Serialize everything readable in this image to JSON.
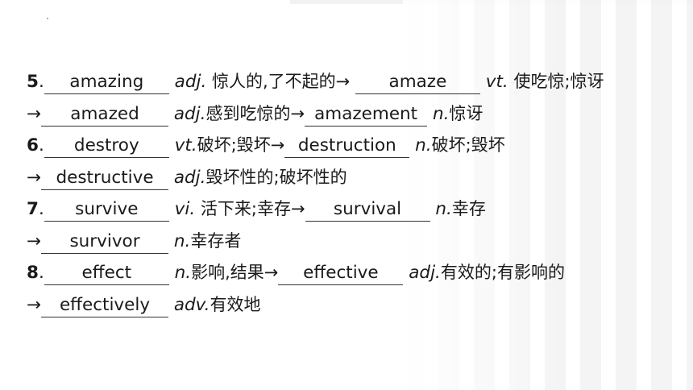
{
  "rows": [
    {
      "num": "5",
      "pre": "",
      "blank": "amazing",
      "pos": "adj.",
      "cn": " 惊人的,了不起的→ ",
      "blank2": "amaze",
      "pos2": "vt.",
      "cn2": " 使吃惊;惊讶"
    },
    {
      "num": "",
      "pre": "→",
      "blank": "amazed",
      "pos": "adj.",
      "cn": "感到吃惊的→",
      "blank2": "amazement",
      "pos2": "n.",
      "cn2": "惊讶"
    },
    {
      "num": "6",
      "pre": "",
      "blank": "destroy",
      "pos": "vt.",
      "cn": "破坏;毁坏→",
      "blank2": "destruction",
      "pos2": "n.",
      "cn2": "破坏;毁坏"
    },
    {
      "num": "",
      "pre": "→",
      "blank": "destructive",
      "pos": "adj.",
      "cn": "毁坏性的;破坏性的",
      "blank2": "",
      "pos2": "",
      "cn2": ""
    },
    {
      "num": "7",
      "pre": "",
      "blank": "survive",
      "pos": "vi.",
      "cn": " 活下来;幸存→",
      "blank2": "survival",
      "pos2": "n.",
      "cn2": "幸存"
    },
    {
      "num": "",
      "pre": "→",
      "blank": "survivor",
      "pos": "n.",
      "cn": "幸存者",
      "blank2": "",
      "pos2": "",
      "cn2": ""
    },
    {
      "num": "8",
      "pre": "",
      "blank": "effect",
      "pos": "n.",
      "cn": "影响,结果→",
      "blank2": "effective",
      "pos2": "adj.",
      "cn2": "有效的;有影响的"
    },
    {
      "num": "",
      "pre": "→",
      "blank": "effectively",
      "pos": "adv.",
      "cn": "有效地",
      "blank2": "",
      "pos2": "",
      "cn2": ""
    }
  ]
}
